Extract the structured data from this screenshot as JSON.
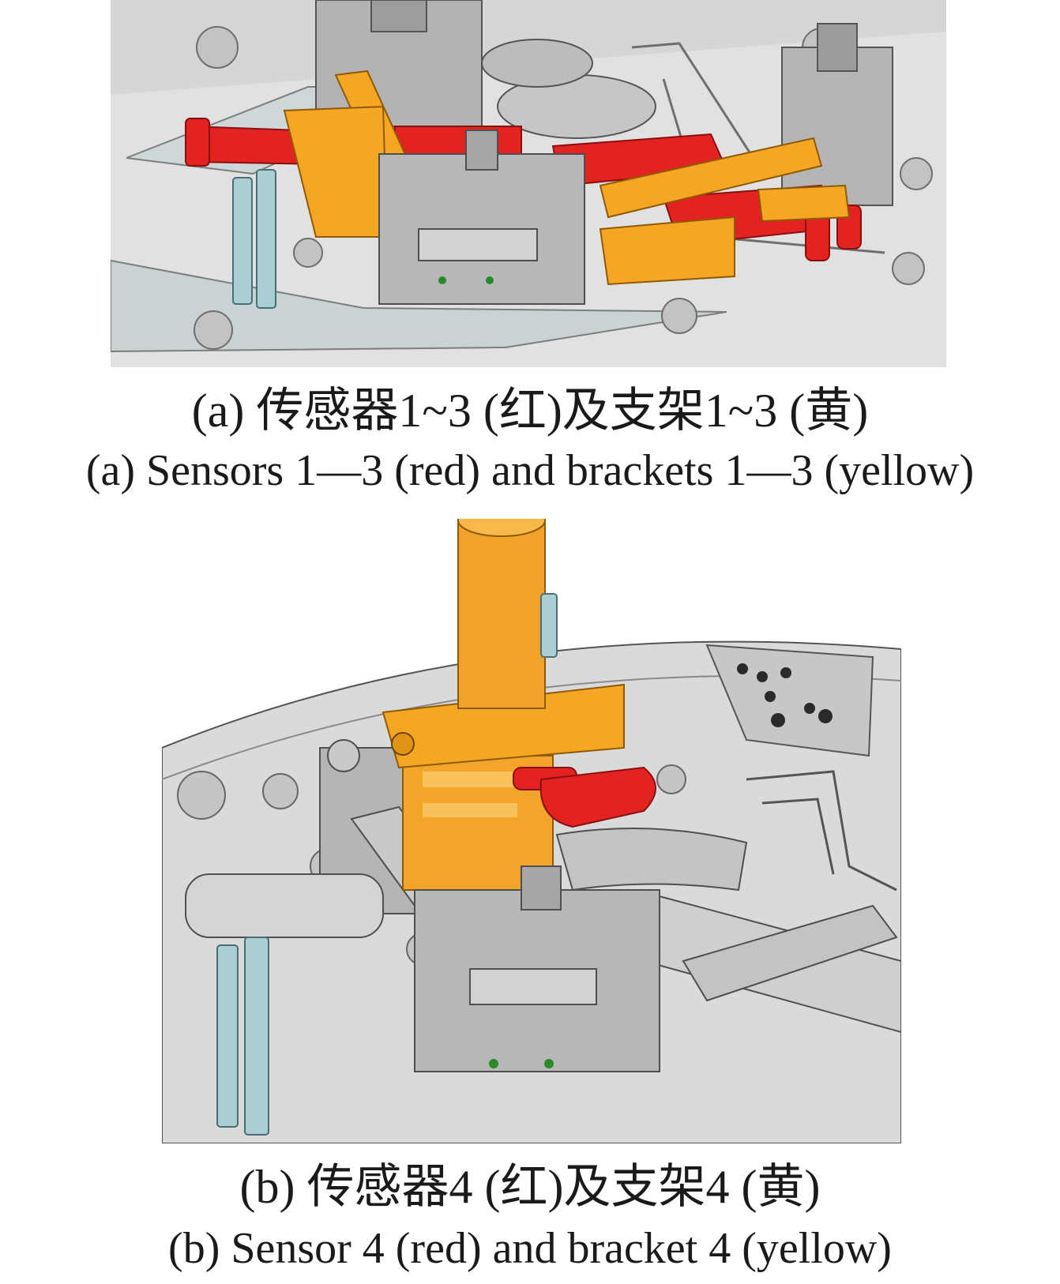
{
  "panels": [
    {
      "id": "a",
      "caption_zh": "(a)  传感器1~3 (红)及支架1~3 (黄)",
      "caption_en": "(a)  Sensors 1—3 (red) and brackets 1—3 (yellow)"
    },
    {
      "id": "b",
      "caption_zh": "(b)  传感器4 (红)及支架4 (黄)",
      "caption_en": "(b)  Sensor 4 (red) and bracket 4 (yellow)"
    }
  ],
  "colors": {
    "sensor": "#e32222",
    "bracket": "#f5a623",
    "fixture_gray": "#b9b9bb",
    "plate": "#dcdcdc",
    "pin": "#a9cfd4"
  }
}
